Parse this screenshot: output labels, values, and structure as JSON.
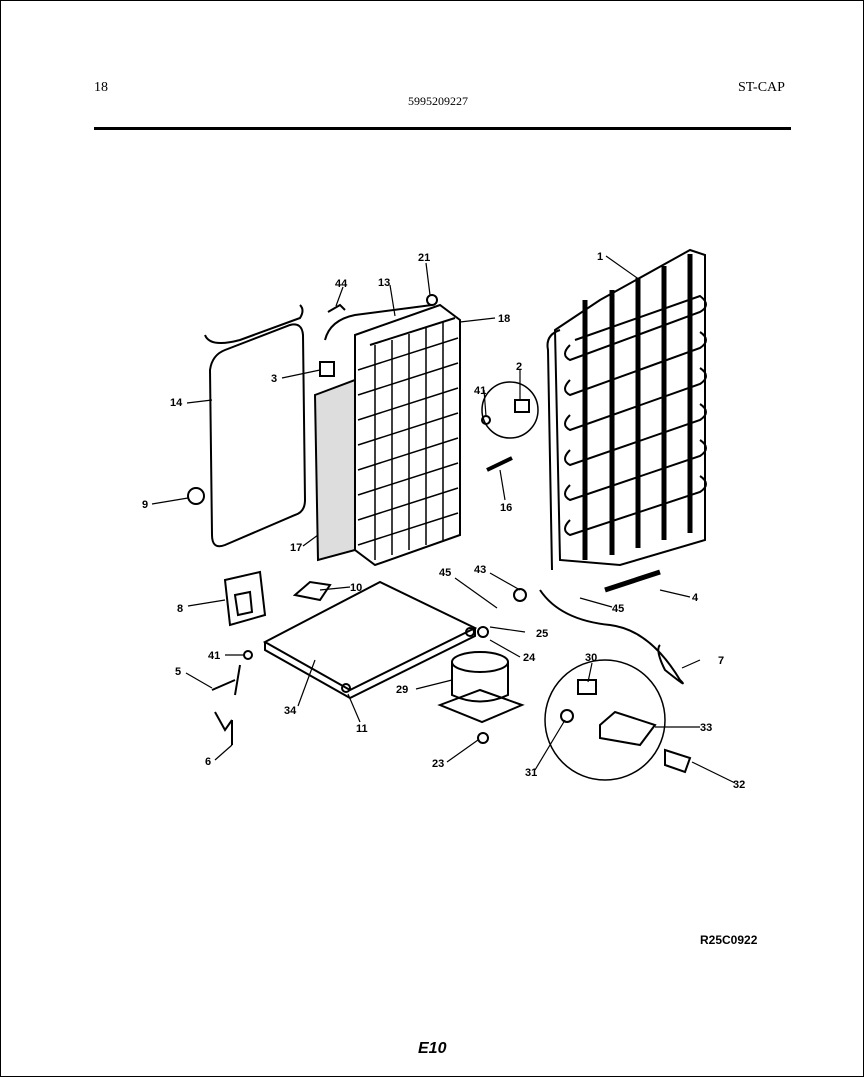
{
  "header": {
    "page_number": "18",
    "part_number": "5995209227",
    "model": "ST-CAP"
  },
  "diagram": {
    "reference_code": "R25C0922",
    "footer_code": "E10",
    "callouts": [
      "1",
      "2",
      "3",
      "4",
      "5",
      "6",
      "7",
      "8",
      "9",
      "10",
      "11",
      "13",
      "14",
      "16",
      "17",
      "18",
      "21",
      "23",
      "24",
      "25",
      "29",
      "30",
      "31",
      "32",
      "33",
      "34",
      "41",
      "41",
      "43",
      "44",
      "45",
      "45"
    ]
  }
}
